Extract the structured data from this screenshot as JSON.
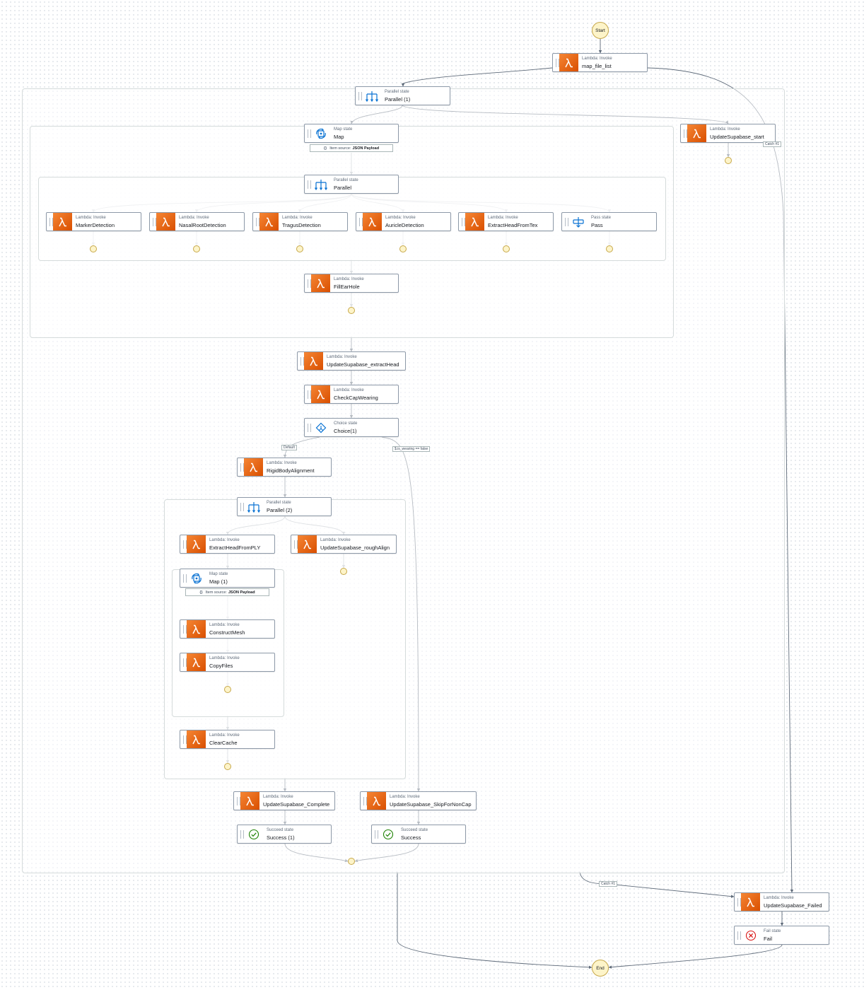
{
  "colors": {
    "lambda_orange": "#ec7211",
    "state_blue": "#0972d3",
    "success_green": "#1d8102",
    "fail_red": "#d91515",
    "terminal_fill": "#fdf4c9",
    "edge": "#5f6b7a"
  },
  "terminals": {
    "start": "Start",
    "end": "End"
  },
  "nodes": {
    "map_file_list": {
      "type": "Lambda: Invoke",
      "name": "map_file_list",
      "icon": "lambda-icon"
    },
    "parallel_1": {
      "type": "Parallel state",
      "name": "Parallel (1)",
      "icon": "parallel-icon"
    },
    "update_start": {
      "type": "Lambda: Invoke",
      "name": "UpdateSupabase_start",
      "icon": "lambda-icon"
    },
    "map": {
      "type": "Map state",
      "name": "Map",
      "icon": "map-icon"
    },
    "parallel": {
      "type": "Parallel state",
      "name": "Parallel",
      "icon": "parallel-icon"
    },
    "marker_detection": {
      "type": "Lambda: Invoke",
      "name": "MarkerDetection",
      "icon": "lambda-icon"
    },
    "nasal_root_detection": {
      "type": "Lambda: Invoke",
      "name": "NasalRootDetection",
      "icon": "lambda-icon"
    },
    "tragus_detection": {
      "type": "Lambda: Invoke",
      "name": "TragusDetection",
      "icon": "lambda-icon"
    },
    "auricle_detection": {
      "type": "Lambda: Invoke",
      "name": "AuricleDetection",
      "icon": "lambda-icon"
    },
    "extract_head_from_tex": {
      "type": "Lambda: Invoke",
      "name": "ExtractHeadFromTex",
      "icon": "lambda-icon"
    },
    "pass": {
      "type": "Pass state",
      "name": "Pass",
      "icon": "pass-icon"
    },
    "fill_ear_hole": {
      "type": "Lambda: Invoke",
      "name": "FillEarHole",
      "icon": "lambda-icon"
    },
    "update_extract_head": {
      "type": "Lambda: Invoke",
      "name": "UpdateSupabase_extractHead",
      "icon": "lambda-icon"
    },
    "check_cap_wearing": {
      "type": "Lambda: Invoke",
      "name": "CheckCapWearing",
      "icon": "lambda-icon"
    },
    "choice_1": {
      "type": "Choice state",
      "name": "Choice(1)",
      "icon": "choice-icon"
    },
    "rigid_body_alignment": {
      "type": "Lambda: Invoke",
      "name": "RigidBodyAlignment",
      "icon": "lambda-icon"
    },
    "parallel_2": {
      "type": "Parallel state",
      "name": "Parallel (2)",
      "icon": "parallel-icon"
    },
    "extract_head_from_ply": {
      "type": "Lambda: Invoke",
      "name": "ExtractHeadFromPLY",
      "icon": "lambda-icon"
    },
    "update_rough_align": {
      "type": "Lambda: Invoke",
      "name": "UpdateSupabase_roughAlign",
      "icon": "lambda-icon"
    },
    "map_1": {
      "type": "Map state",
      "name": "Map (1)",
      "icon": "map-icon"
    },
    "construct_mesh": {
      "type": "Lambda: Invoke",
      "name": "ConstructMesh",
      "icon": "lambda-icon"
    },
    "copy_files": {
      "type": "Lambda: Invoke",
      "name": "CopyFiles",
      "icon": "lambda-icon"
    },
    "clear_cache": {
      "type": "Lambda: Invoke",
      "name": "ClearCache",
      "icon": "lambda-icon"
    },
    "update_complete": {
      "type": "Lambda: Invoke",
      "name": "UpdateSupabase_Complete",
      "icon": "lambda-icon"
    },
    "update_skip": {
      "type": "Lambda: Invoke",
      "name": "UpdateSupabase_SkipForNonCap",
      "icon": "lambda-icon"
    },
    "success_1": {
      "type": "Succeed state",
      "name": "Success (1)",
      "icon": "check-circle-icon"
    },
    "success": {
      "type": "Succeed state",
      "name": "Success",
      "icon": "check-circle-icon"
    },
    "update_failed": {
      "type": "Lambda: Invoke",
      "name": "UpdateSupabase_Failed",
      "icon": "lambda-icon"
    },
    "fail": {
      "type": "Fail state",
      "name": "Fail",
      "icon": "x-circle-icon"
    }
  },
  "item_source": {
    "label": "Item source:",
    "value": "JSON Payload"
  },
  "edge_labels": {
    "catch_1": "Catch #1",
    "catch_2": "Catch #1",
    "default": "Default",
    "is_wearing": "$.is_wearing == false"
  }
}
